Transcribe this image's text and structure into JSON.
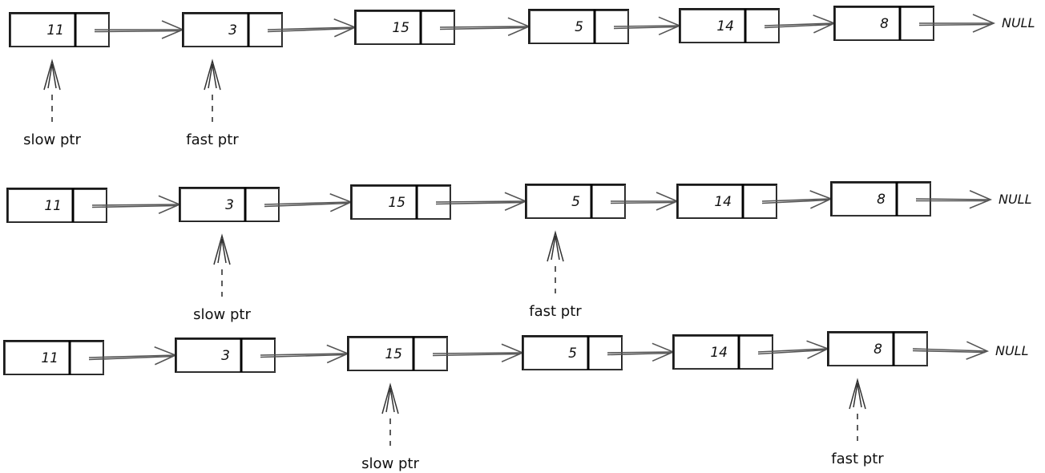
{
  "null_label": "NULL",
  "rows": [
    {
      "nodes": [
        11,
        3,
        15,
        5,
        14,
        8
      ],
      "slow_label": "slow ptr",
      "fast_label": "fast ptr",
      "slow_index": 0,
      "fast_index": 1
    },
    {
      "nodes": [
        11,
        3,
        15,
        5,
        14,
        8
      ],
      "slow_label": "slow ptr",
      "fast_label": "fast ptr",
      "slow_index": 1,
      "fast_index": 3
    },
    {
      "nodes": [
        11,
        3,
        15,
        5,
        14,
        8
      ],
      "slow_label": "slow ptr",
      "fast_label": "fast ptr",
      "slow_index": 2,
      "fast_index": 5
    }
  ]
}
